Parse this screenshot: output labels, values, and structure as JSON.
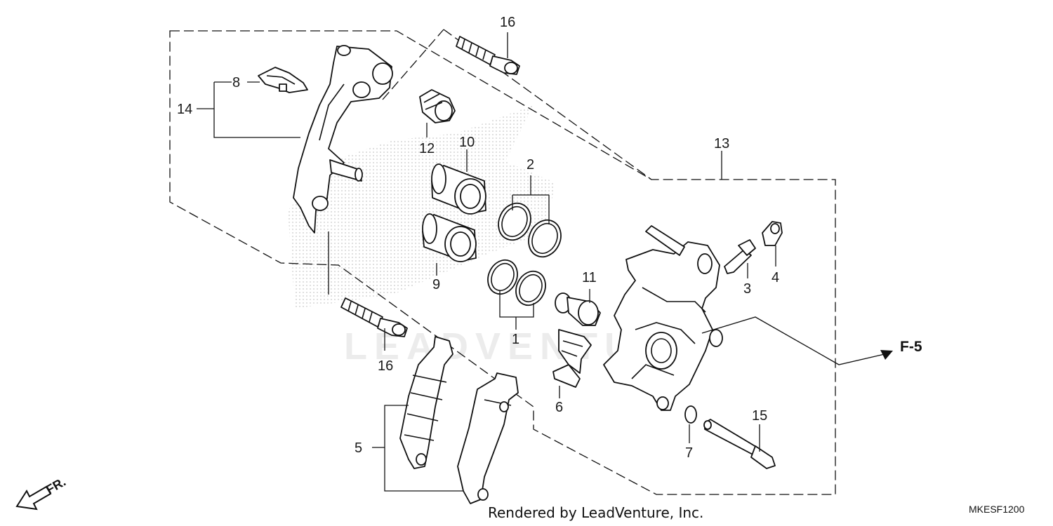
{
  "callouts": {
    "c1": "1",
    "c2": "2",
    "c3": "3",
    "c4": "4",
    "c5": "5",
    "c6": "6",
    "c7": "7",
    "c8": "8",
    "c9": "9",
    "c10": "10",
    "c11": "11",
    "c12": "12",
    "c13": "13",
    "c14": "14",
    "c15": "15",
    "c16a": "16",
    "c16b": "16"
  },
  "reference": "F-5",
  "direction": "FR.",
  "watermark": "LEADVENTURE",
  "footer": {
    "credit": "Rendered by LeadVenture, Inc.",
    "diagram_code": "MKESF1200"
  },
  "colors": {
    "line": "#111111",
    "background": "#ffffff",
    "watermark": "#ececec"
  }
}
